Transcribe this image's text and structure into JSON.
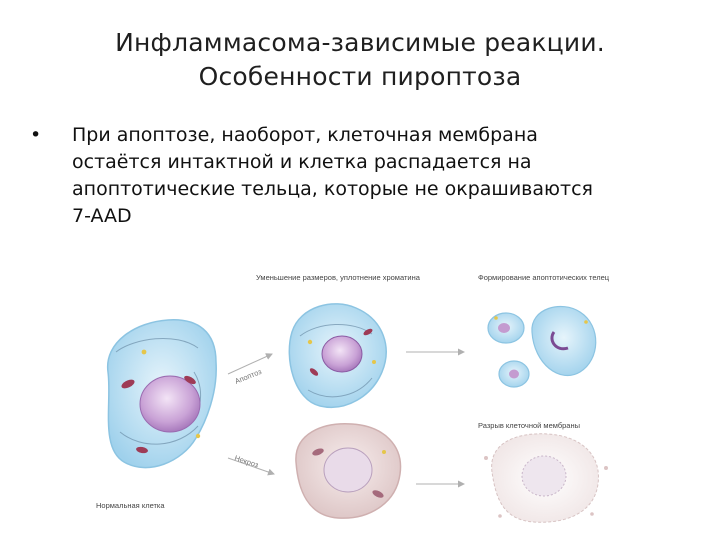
{
  "title": {
    "line1": "Инфламмасома-зависимые реакции.",
    "line2": "Особенности пироптоза"
  },
  "bullet": {
    "marker": "•",
    "lines": [
      "При апоптозе, наоборот, клеточная мембрана",
      "остаётся интактной и клетка распадается на",
      "апоптотические тельца, которые не окрашиваются",
      "7-AAD"
    ]
  },
  "figure": {
    "caption_shrink": "Уменьшение размеров, уплотнение хроматина",
    "caption_bodies": "Формирование апоптотических телец",
    "caption_rupture": "Разрыв клеточной мембраны",
    "caption_normal": "Нормальная клетка",
    "arrow_apoptosis": "Апоптоз",
    "arrow_necrosis": "Некроз",
    "colors": {
      "cytoplasm": "#bfe2f3",
      "nucleus": "#c49bd0",
      "necrotic": "#e8d6d6",
      "mito": "#9e3b56"
    }
  }
}
